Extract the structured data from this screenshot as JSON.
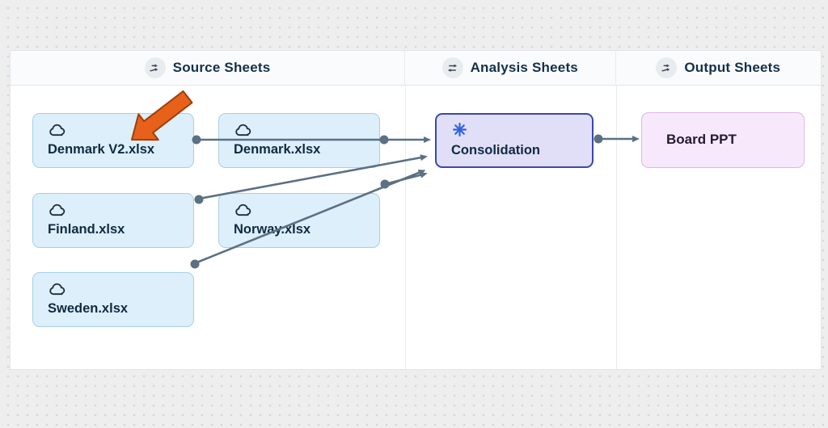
{
  "columns": {
    "source": {
      "label": "Source Sheets",
      "icon": "merge-arrows-icon"
    },
    "analysis": {
      "label": "Analysis Sheets",
      "icon": "swap-arrows-icon"
    },
    "output": {
      "label": "Output Sheets",
      "icon": "merge-arrows-icon"
    }
  },
  "nodes": {
    "denmark_v2": {
      "label": "Denmark V2.xlsx",
      "icon": "cloud-icon",
      "column": "source"
    },
    "denmark": {
      "label": "Denmark.xlsx",
      "icon": "cloud-icon",
      "column": "source"
    },
    "finland": {
      "label": "Finland.xlsx",
      "icon": "cloud-icon",
      "column": "source"
    },
    "norway": {
      "label": "Norway.xlsx",
      "icon": "cloud-icon",
      "column": "source"
    },
    "sweden": {
      "label": "Sweden.xlsx",
      "icon": "cloud-icon",
      "column": "source"
    },
    "consolidation": {
      "label": "Consolidation",
      "icon": "spark-icon",
      "column": "analysis",
      "selected": true
    },
    "board_ppt": {
      "label": "Board PPT",
      "icon": "none",
      "column": "output"
    }
  },
  "edges": [
    {
      "from": "Denmark V2.xlsx",
      "to": "Consolidation"
    },
    {
      "from": "Denmark.xlsx",
      "to": "Consolidation"
    },
    {
      "from": "Finland.xlsx",
      "to": "Consolidation"
    },
    {
      "from": "Norway.xlsx",
      "to": "Consolidation"
    },
    {
      "from": "Sweden.xlsx",
      "to": "Consolidation"
    },
    {
      "from": "Consolidation",
      "to": "Board PPT"
    }
  ],
  "annotation": {
    "type": "highlight-arrow",
    "points_at": "Denmark V2.xlsx",
    "color": "#e8611a"
  },
  "colors": {
    "source_card_bg": "#ddeffa",
    "source_card_border": "#a9cfe5",
    "analysis_card_bg": "#e1def8",
    "analysis_card_border": "#3a49a8",
    "output_card_bg": "#f8e8fb",
    "output_card_border": "#dcb8e3",
    "edge": "#5b7083",
    "spark_icon": "#2e62e0",
    "annotation_arrow": "#e8611a",
    "header_text": "#14304a"
  }
}
